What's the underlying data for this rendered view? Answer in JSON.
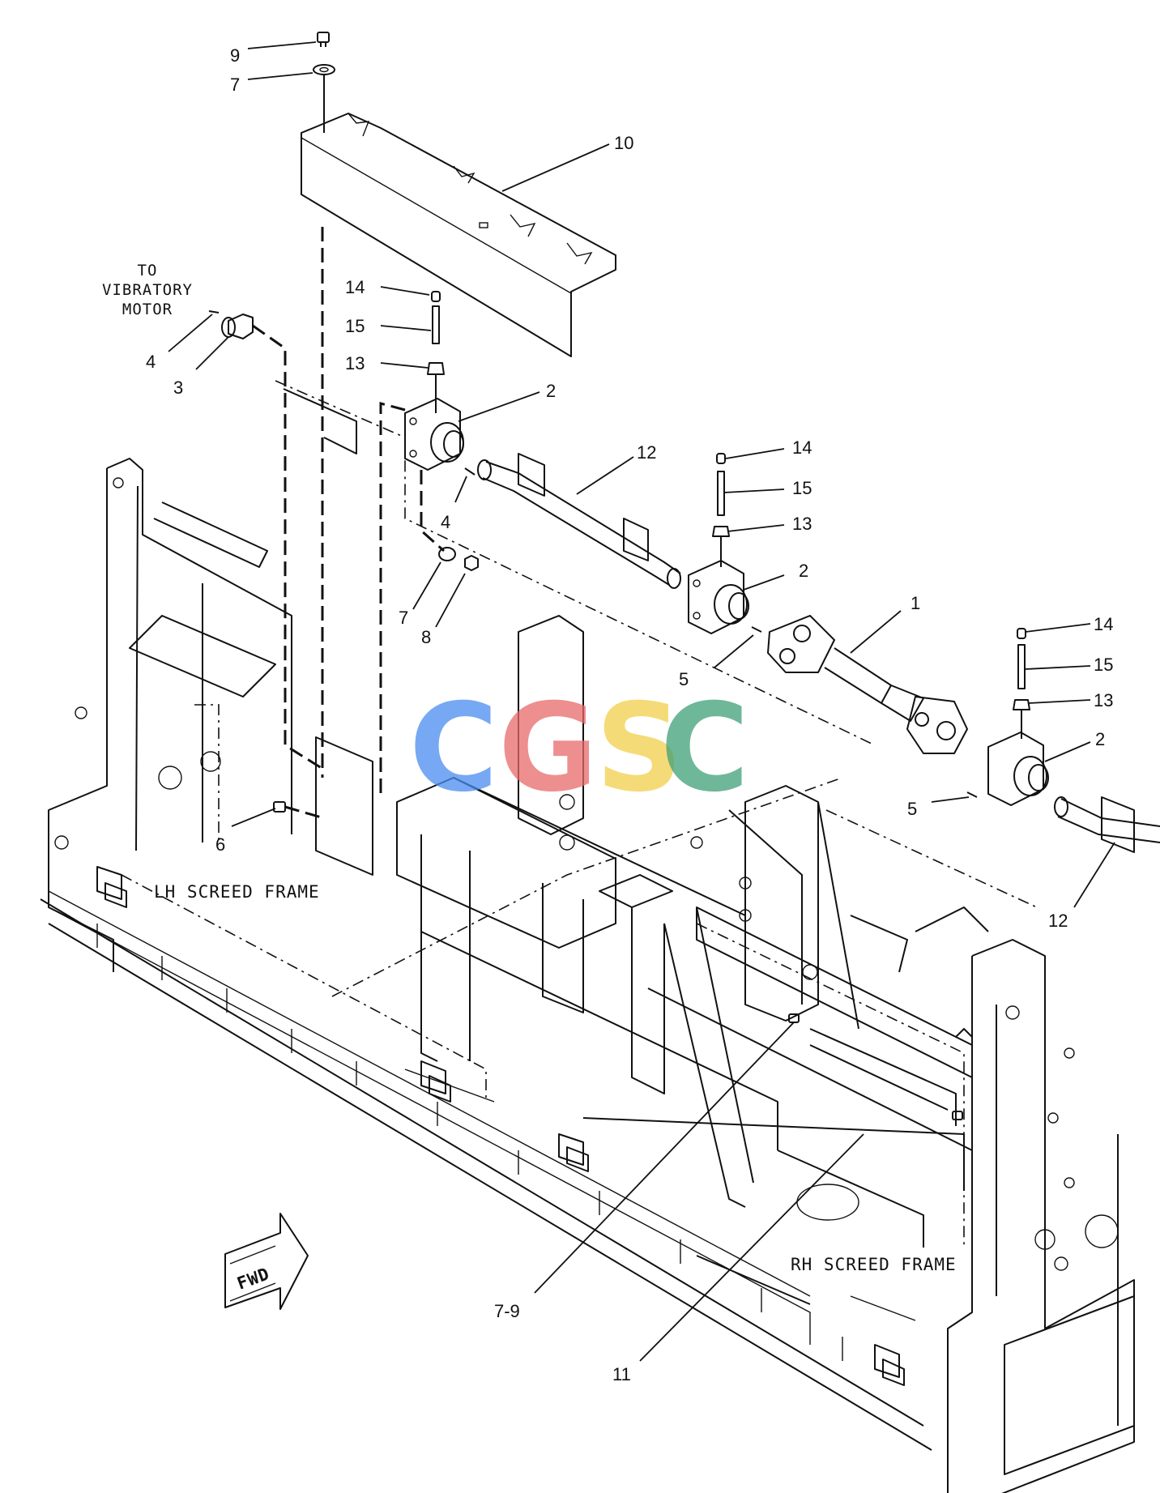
{
  "notes": {
    "to_vibratory_motor": [
      "TO",
      "VIBRATORY",
      "MOTOR"
    ],
    "lh_screed_frame": "LH SCREED FRAME",
    "rh_screed_frame": "RH SCREED FRAME",
    "fwd_arrow": "FWD"
  },
  "watermark": {
    "letters": [
      "C",
      "G",
      "S",
      "C"
    ],
    "colors": [
      "#4a8cf0",
      "#e86a6a",
      "#f2cf4a",
      "#3fa078"
    ]
  },
  "callouts": [
    {
      "id": "c9",
      "text": "9"
    },
    {
      "id": "c7a",
      "text": "7"
    },
    {
      "id": "c10",
      "text": "10"
    },
    {
      "id": "c14a",
      "text": "14"
    },
    {
      "id": "c15a",
      "text": "15"
    },
    {
      "id": "c13a",
      "text": "13"
    },
    {
      "id": "c2a",
      "text": "2"
    },
    {
      "id": "c4a",
      "text": "4"
    },
    {
      "id": "c3",
      "text": "3"
    },
    {
      "id": "c12a",
      "text": "12"
    },
    {
      "id": "c4b",
      "text": "4"
    },
    {
      "id": "c7b",
      "text": "7"
    },
    {
      "id": "c8",
      "text": "8"
    },
    {
      "id": "c14b",
      "text": "14"
    },
    {
      "id": "c15b",
      "text": "15"
    },
    {
      "id": "c13b",
      "text": "13"
    },
    {
      "id": "c2b",
      "text": "2"
    },
    {
      "id": "c1",
      "text": "1"
    },
    {
      "id": "c5a",
      "text": "5"
    },
    {
      "id": "c14c",
      "text": "14"
    },
    {
      "id": "c15c",
      "text": "15"
    },
    {
      "id": "c13c",
      "text": "13"
    },
    {
      "id": "c2c",
      "text": "2"
    },
    {
      "id": "c5b",
      "text": "5"
    },
    {
      "id": "c12b",
      "text": "12"
    },
    {
      "id": "c6",
      "text": "6"
    },
    {
      "id": "c7-9",
      "text": "7-9"
    },
    {
      "id": "c11",
      "text": "11"
    }
  ]
}
